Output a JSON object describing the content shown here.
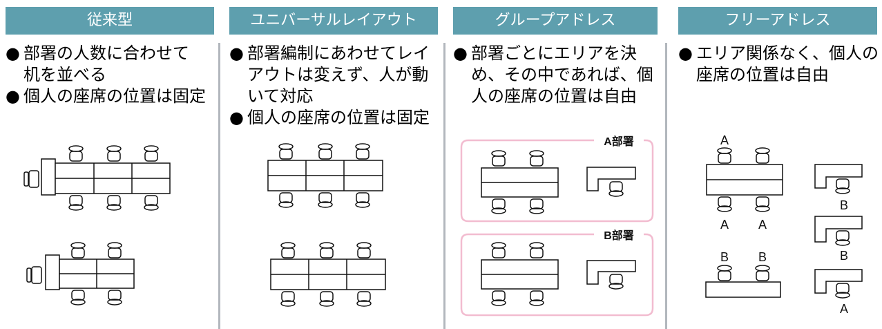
{
  "columns": [
    {
      "title": "従来型",
      "bullets": [
        "部署の人数に合わせて机を並べる",
        "個人の座席の位置は固定"
      ]
    },
    {
      "title": "ユニバーサルレイアウト",
      "bullets": [
        "部署編制にあわせてレイアウトは変えず、人が動いて対応",
        "個人の座席の位置は固定"
      ]
    },
    {
      "title": "グループアドレス",
      "bullets": [
        "部署ごとにエリアを決め、その中であれば、個人の座席の位置は自由"
      ],
      "groups": [
        "A部署",
        "B部署"
      ]
    },
    {
      "title": "フリーアドレス",
      "bullets": [
        "エリア関係なく、個人の座席の位置は自由"
      ],
      "seat_labels": [
        "A",
        "B",
        "A",
        "A",
        "B",
        "B",
        "B",
        "A"
      ]
    }
  ],
  "colors": {
    "header_bg": "#5e9fae",
    "divider": "#b2b7bd",
    "group_border": "#f2bcd0"
  }
}
